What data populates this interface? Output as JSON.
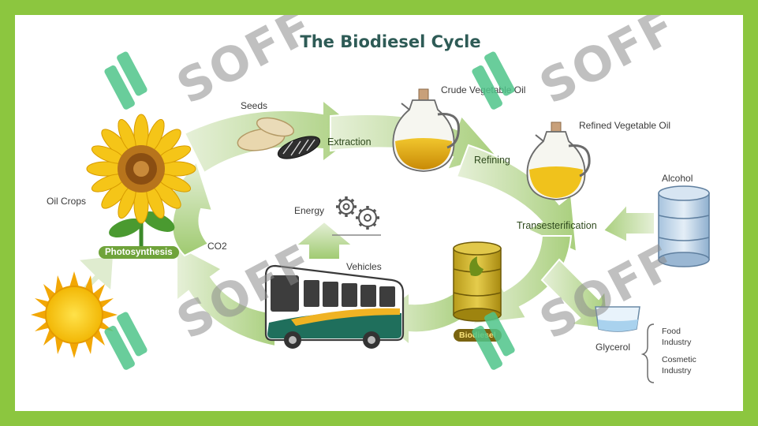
{
  "title": "The Biodiesel Cycle",
  "nodes": {
    "oil_crops": "Oil Crops",
    "photosynthesis": "Photosynthesis",
    "seeds": "Seeds",
    "extraction": "Extraction",
    "crude_oil": "Crude Vegetable Oil",
    "refining": "Refining",
    "refined_oil": "Refined Vegetable Oil",
    "alcohol": "Alcohol",
    "transesterification": "Transesterification",
    "energy": "Energy",
    "co2": "CO2",
    "vehicles": "Vehicles",
    "biodiesel": "Biodiesel",
    "glycerol": "Glycerol"
  },
  "glycerol_uses": [
    "Food Industry",
    "Cosmetic Industry"
  ],
  "watermark": "SOFF",
  "colors": {
    "frame": "#8cc63f",
    "title": "#2e5b56",
    "arrow_light": "#dfeccf",
    "arrow_dark": "#8fbf57",
    "watermark_green": "#4fc48a"
  }
}
